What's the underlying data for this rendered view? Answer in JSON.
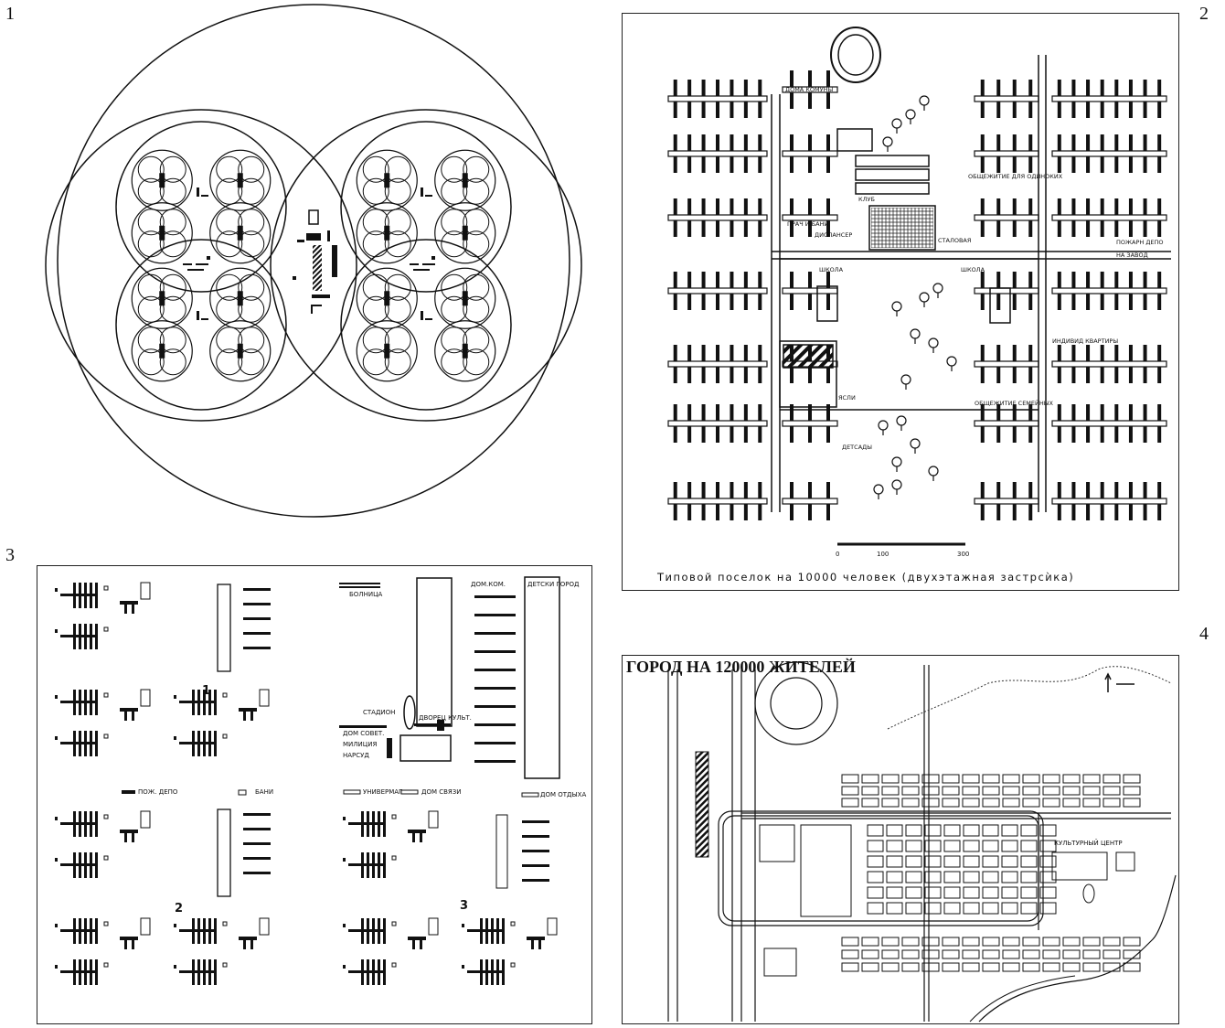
{
  "figure_numbers": [
    "1",
    "2",
    "3",
    "4"
  ],
  "panel2": {
    "caption": "Типовой поселок на 10000 человек (двухэтажная застрсѝка)",
    "labels": {
      "dom_kommuny": "ДОМА КОМУНЫ",
      "klub": "КЛУБ",
      "obshchezhitie_odinokikh": "ОБЩЕЖИТИЕ ДЛЯ ОДИНОКИХ",
      "prach_i_bani": "ПРАЧ И БАНИ",
      "dispanser": "ДИСПАНСЕР",
      "stolovaya": "СТАЛОВАЯ",
      "pozharn_depo": "ПОЖАРН ДЕПО",
      "na_zavod": "НА ЗАВОД",
      "shkola_left": "ШКОЛА",
      "shkola_right": "ШКОЛА",
      "yasli": "ЯСЛИ",
      "detsady": "ДЕТСАДЫ",
      "obshchezhitie_semeinykh": "ОБЩЕЖИТИЕ СЕМЕЙНЫХ",
      "indiv_kvartiry": "ИНДИВИД КВАРТИРЫ"
    },
    "scale": [
      "0",
      "100",
      "300"
    ]
  },
  "panel3": {
    "labels": {
      "bolnitsa": "БОЛНИЦА",
      "dom_kom": "ДОМ.КОМ.",
      "detski_gorod": "ДЕТСКИ ГОРОД",
      "stadion": "СТАДИОН",
      "dvorets_kult": "ДВОРЕЦ КУЛЬТ.",
      "dom_sovet": "ДОМ СОВЕТ.",
      "militsiya": "МИЛИЦИЯ",
      "narsud": "НАРСУД",
      "pozh_depo": "ПОЖ. ДЕПО",
      "bani": "БАНИ",
      "univermag": "УНИВЕРМАГ",
      "dom_svyazi": "ДОМ СВЯЗИ",
      "dom_otdykha": "ДОМ ОТДЫХА"
    },
    "district_numbers": [
      "1",
      "2",
      "3"
    ]
  },
  "panel4": {
    "title": "ГОРОД НА 120000 ЖИТЕЛЕЙ",
    "labels": {
      "kulturnyi_tsentr": "КУЛЬТУРНЫЙ ЦЕНТР"
    }
  }
}
